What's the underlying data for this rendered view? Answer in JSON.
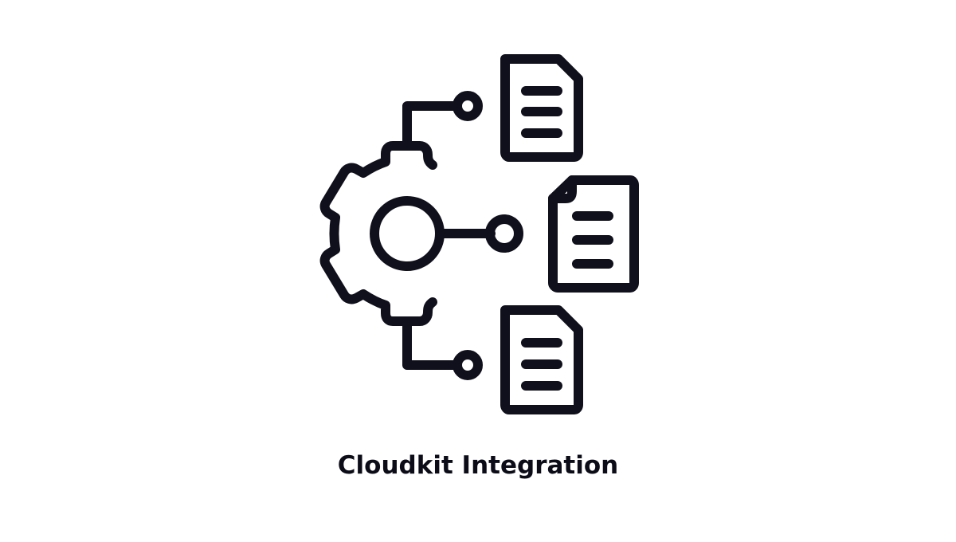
{
  "caption": {
    "text": "Cloudkit Integration"
  },
  "icon": {
    "name": "gear-documents-integration-icon",
    "stroke_color": "#10101c",
    "background_color": "#ffffff",
    "elements": [
      "gear",
      "hub-circle",
      "connector-nodes",
      "document-top",
      "document-middle",
      "document-bottom"
    ]
  }
}
